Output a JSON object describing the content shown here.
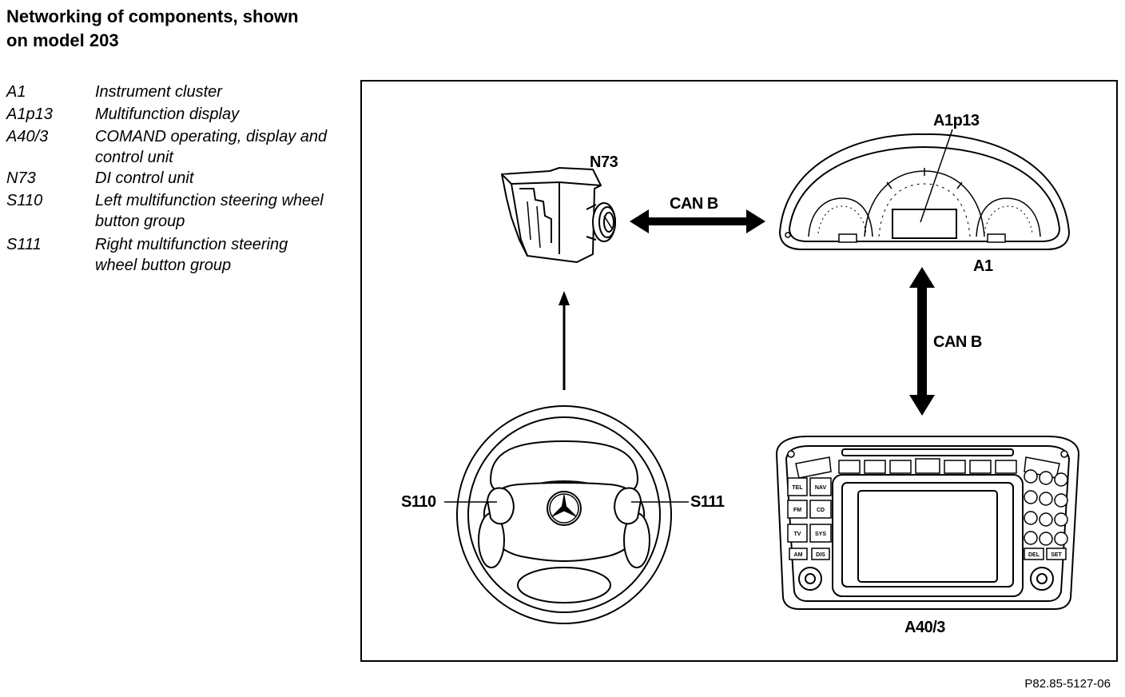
{
  "title": {
    "line1": "Networking of components, shown",
    "line2": "on model 203"
  },
  "legend": [
    {
      "code": "A1",
      "desc": [
        "Instrument cluster"
      ]
    },
    {
      "code": "A1p13",
      "desc": [
        "Multifunction display"
      ]
    },
    {
      "code": "A40/3",
      "desc": [
        "COMAND operating, display and",
        "control unit"
      ]
    },
    {
      "code": "N73",
      "desc": [
        "DI control unit"
      ]
    },
    {
      "code": "S110",
      "desc": [
        "Left multifunction steering wheel",
        "button group"
      ]
    },
    {
      "code": "S111",
      "desc": [
        "Right multifunction steering",
        "wheel button group"
      ]
    }
  ],
  "diagram": {
    "labels": {
      "n73": "N73",
      "a1p13": "A1p13",
      "a1": "A1",
      "a40_3": "A40/3",
      "s110": "S110",
      "s111": "S111",
      "can_b_horizontal": "CAN B",
      "can_b_vertical": "CAN B"
    },
    "comand_buttons": [
      "TEL",
      "NAV",
      "FM",
      "CD",
      "TV",
      "SYS",
      "AM",
      "DIS",
      "DEL",
      "SET"
    ],
    "connections": [
      {
        "from": "N73",
        "to": "A1",
        "bus": "CAN B",
        "direction": "bidirectional"
      },
      {
        "from": "A1",
        "to": "A40/3",
        "bus": "CAN B",
        "direction": "bidirectional"
      },
      {
        "from": "Steering wheel (S110/S111)",
        "to": "N73",
        "direction": "one-way"
      }
    ]
  },
  "reference": "P82.85-5127-06"
}
